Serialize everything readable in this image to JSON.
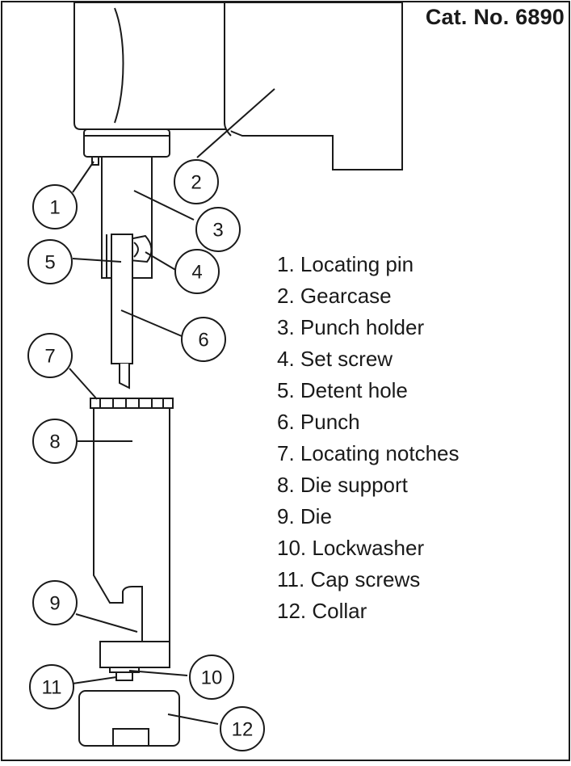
{
  "catalog_number": "Cat. No. 6890",
  "callouts": [
    "1",
    "2",
    "3",
    "4",
    "5",
    "6",
    "7",
    "8",
    "9",
    "10",
    "11",
    "12"
  ],
  "legend": [
    "1. Locating pin",
    "2. Gearcase",
    "3. Punch holder",
    "4. Set screw",
    "5. Detent hole",
    "6. Punch",
    "7. Locating notches",
    "8. Die support",
    "9. Die",
    "10. Lockwasher",
    "11. Cap screws",
    "12. Collar"
  ],
  "colors": {
    "line": "#1a1a1a",
    "background": "#ffffff"
  }
}
